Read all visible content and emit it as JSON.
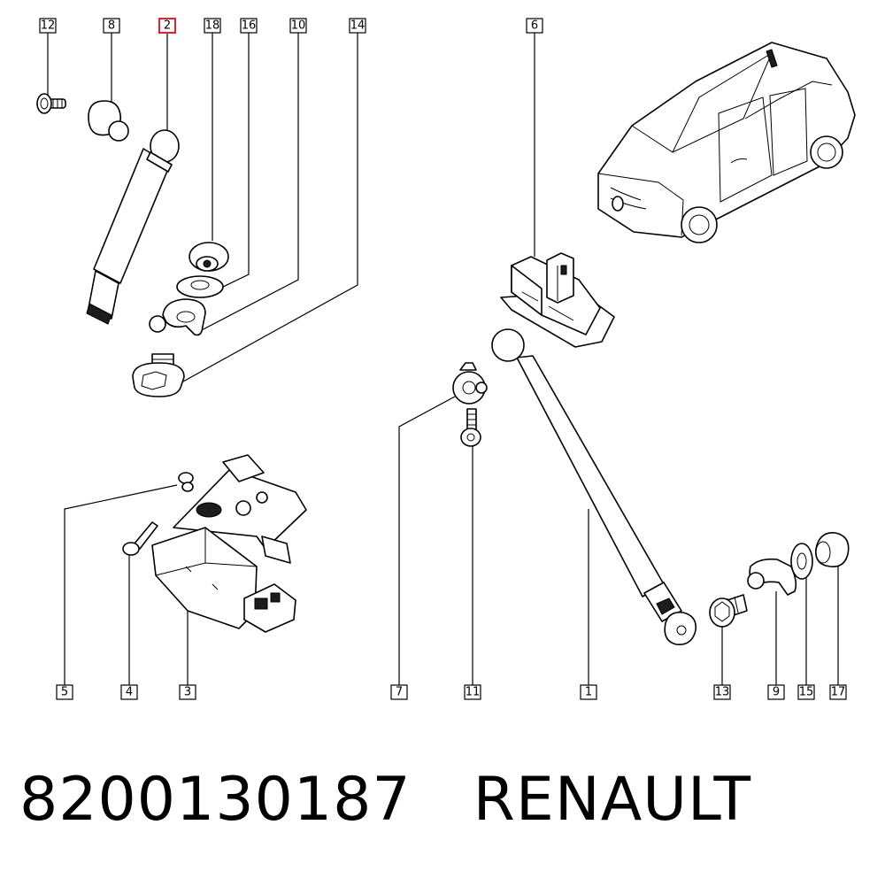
{
  "callouts": {
    "c12": "12",
    "c8": "8",
    "c2": "2",
    "c18": "18",
    "c16": "16",
    "c10": "10",
    "c14": "14",
    "c6": "6",
    "c5": "5",
    "c4": "4",
    "c3": "3",
    "c7": "7",
    "c11": "11",
    "c1": "1",
    "c13": "13",
    "c9": "9",
    "c15": "15",
    "c17": "17"
  },
  "highlight_color": "#e8202a",
  "footer": {
    "part_number": "8200130187",
    "brand": "RENAULT"
  }
}
